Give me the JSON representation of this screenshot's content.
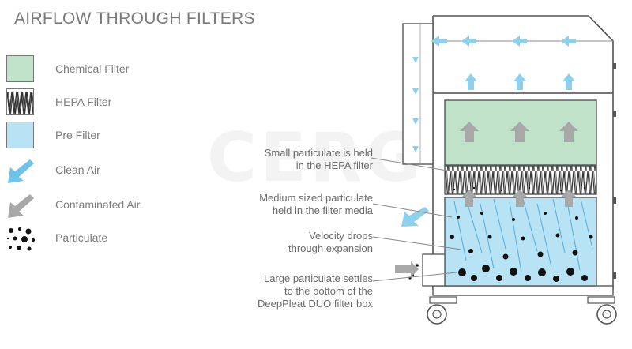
{
  "title": "AIRFLOW THROUGH FILTERS",
  "legend": [
    {
      "label": "Chemical Filter",
      "icon": "chemical-filter-swatch",
      "color": "#bfe2c8"
    },
    {
      "label": "HEPA Filter",
      "icon": "hepa-filter-swatch",
      "color": "#444444"
    },
    {
      "label": "Pre Filter",
      "icon": "pre-filter-swatch",
      "color": "#b7e3f4"
    },
    {
      "label": "Clean Air",
      "icon": "clean-air-arrow-icon",
      "color": "#6fc3e8"
    },
    {
      "label": "Contaminated Air",
      "icon": "contaminated-air-arrow-icon",
      "color": "#a8a8a8"
    },
    {
      "label": "Particulate",
      "icon": "particulate-icon",
      "color": "#111111"
    }
  ],
  "annotations": {
    "hepa_line1": "Small particulate is held",
    "hepa_line2": "in the HEPA filter",
    "media_line1": "Medium sized particulate",
    "media_line2": "held in the filter media",
    "velocity_line1": "Velocity drops",
    "velocity_line2": "through expansion",
    "settle_line1": "Large particulate settles",
    "settle_line2": "to the bottom of the",
    "settle_line3": "DeepPleat DUO filter box"
  },
  "watermark": "CERGO PLAN"
}
